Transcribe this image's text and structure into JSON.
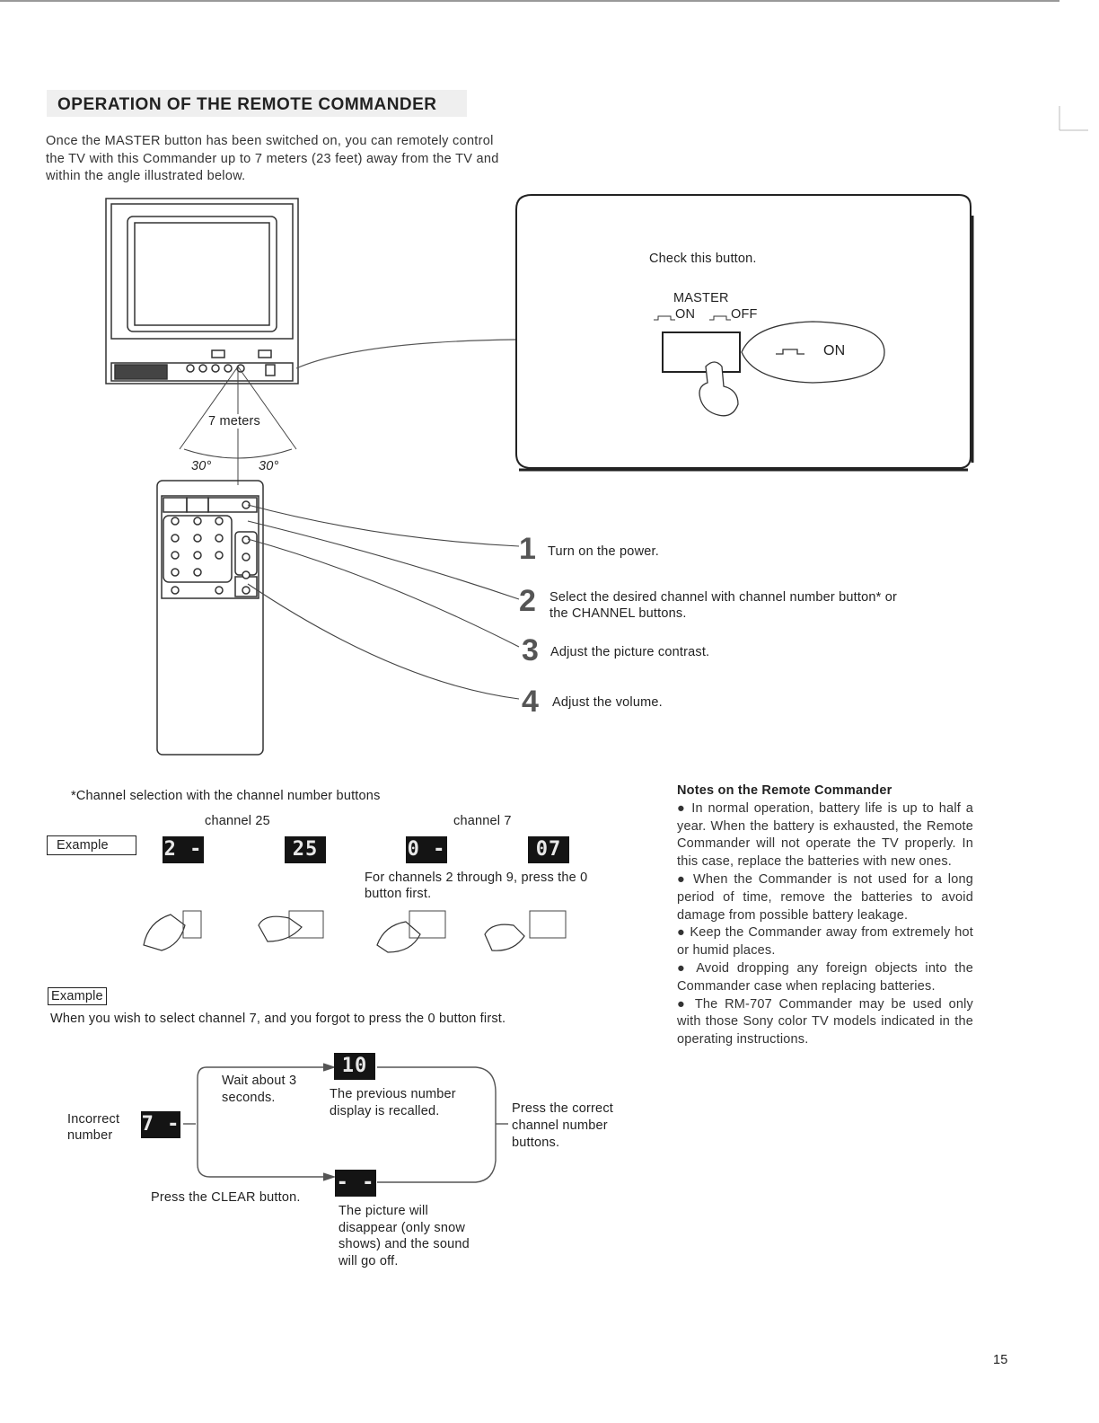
{
  "header": {
    "title": "OPERATION OF THE REMOTE COMMANDER"
  },
  "intro": "Once the MASTER button has been switched on, you can remotely control the TV with this Commander up to 7 meters (23 feet) away from the TV and within the angle illustrated below.",
  "diagram": {
    "distance_label": "7 meters",
    "angle_left": "30°",
    "angle_right": "30°",
    "callout": {
      "check_text": "Check this button.",
      "master_label": "MASTER",
      "on_off_label": "ON",
      "off_label": "OFF",
      "bubble_label": "ON"
    }
  },
  "steps": [
    {
      "num": "1",
      "text": "Turn on the power."
    },
    {
      "num": "2",
      "text": "Select the desired channel with channel number button* or the CHANNEL buttons."
    },
    {
      "num": "3",
      "text": "Adjust the picture contrast."
    },
    {
      "num": "4",
      "text": "Adjust the volume."
    }
  ],
  "channel_selection": {
    "heading": "*Channel selection with the channel number buttons",
    "example_label": "Example",
    "channel_25_label": "channel 25",
    "channel_7_label": "channel 7",
    "displays": [
      "2 -",
      "25",
      "0 -",
      "07"
    ],
    "note": "For channels 2 through 9, press the 0 button first."
  },
  "example2": {
    "label": "Example",
    "text": "When you wish to select channel 7, and you forgot to press the 0 button first.",
    "incorrect_label": "Incorrect number",
    "incorrect_display": "7 -",
    "wait_label": "Wait about 3 seconds.",
    "recalled_display": "10",
    "recalled_text": "The previous number display is recalled.",
    "press_correct": "Press the correct channel number buttons.",
    "clear_label": "Press the CLEAR button.",
    "blank_display": "- -",
    "clear_result": "The picture will disappear (only snow shows) and the sound will go off."
  },
  "notes": {
    "title": "Notes on the Remote Commander",
    "items": [
      "In normal operation, battery life is up to half a year. When the battery is exhausted, the Remote Commander will not operate the TV properly. In this case, replace the batteries with new ones.",
      "When the Commander is not used for a long period of time, remove the batteries to avoid damage from possible battery leakage.",
      "Keep the Commander away from extremely hot or humid places.",
      "Avoid dropping any foreign objects into the Commander case when replacing batteries.",
      "The RM-707 Commander may be used only with those Sony color TV models indicated in the operating instructions."
    ]
  },
  "page_number": "15"
}
